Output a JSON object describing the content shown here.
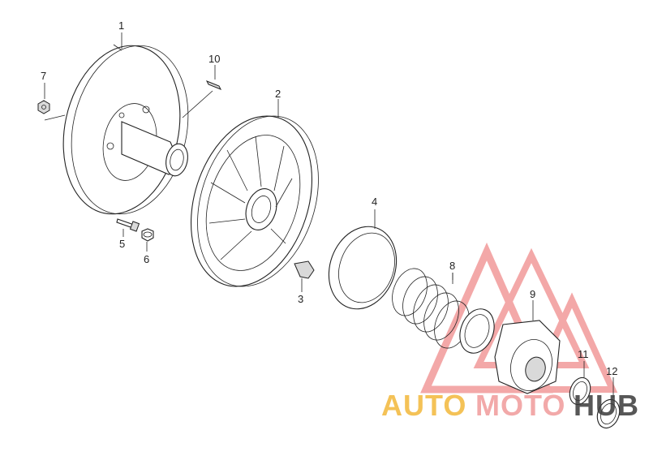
{
  "diagram": {
    "part_numbers": {
      "p1": "1",
      "p2": "2",
      "p3": "3",
      "p4": "4",
      "p5": "5",
      "p6": "6",
      "p7": "7",
      "p8": "8",
      "p9": "9",
      "p10": "10",
      "p11": "11",
      "p12": "12"
    }
  },
  "watermark": {
    "text_auto": "AUTO",
    "text_moto": "MOTO",
    "text_hub": "HUB",
    "colors": {
      "auto": "#f2b73a",
      "moto": "#f1a0a0",
      "hub": "#3a3a3a",
      "triangle": "#f08c8c"
    }
  }
}
